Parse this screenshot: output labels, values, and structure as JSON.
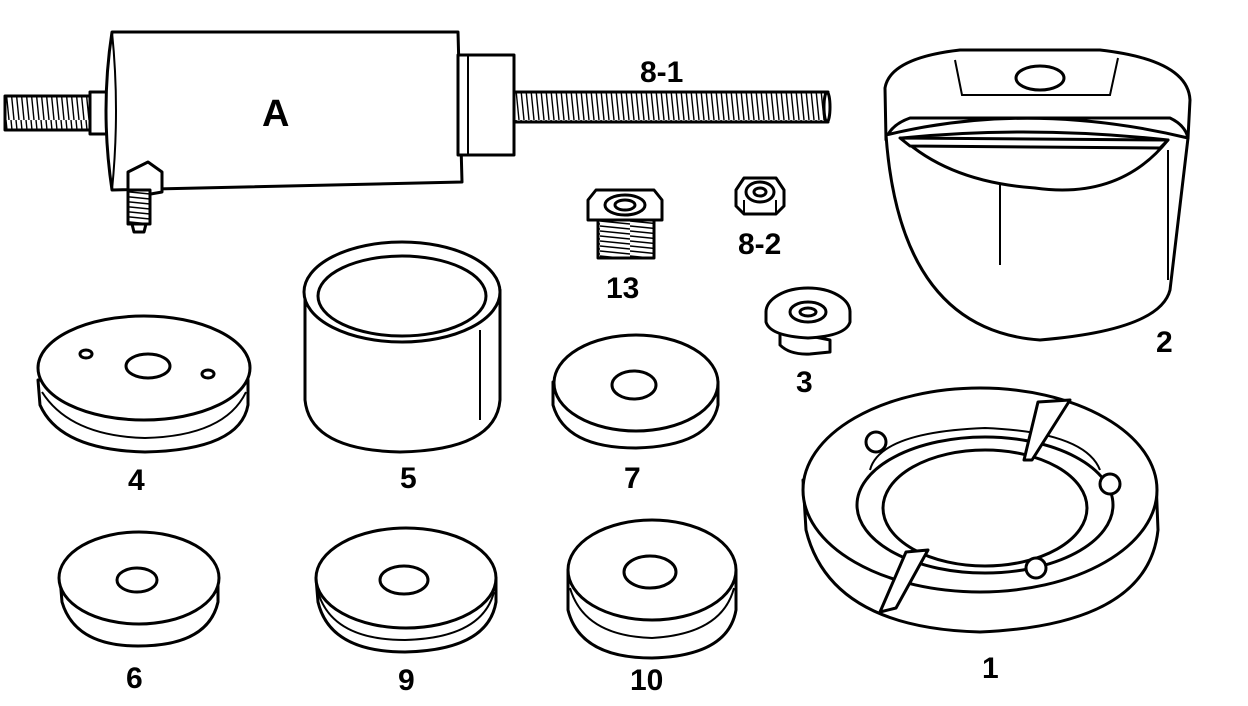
{
  "diagram": {
    "parts": [
      {
        "id": "A",
        "label": "A"
      },
      {
        "id": "8-1",
        "label": "8-1"
      },
      {
        "id": "2",
        "label": "2"
      },
      {
        "id": "13",
        "label": "13"
      },
      {
        "id": "8-2",
        "label": "8-2"
      },
      {
        "id": "5",
        "label": "5"
      },
      {
        "id": "3",
        "label": "3"
      },
      {
        "id": "4",
        "label": "4"
      },
      {
        "id": "7",
        "label": "7"
      },
      {
        "id": "1",
        "label": "1"
      },
      {
        "id": "6",
        "label": "6"
      },
      {
        "id": "9",
        "label": "9"
      },
      {
        "id": "10",
        "label": "10"
      }
    ],
    "colors": {
      "line": "#000000",
      "background": "#ffffff"
    }
  }
}
